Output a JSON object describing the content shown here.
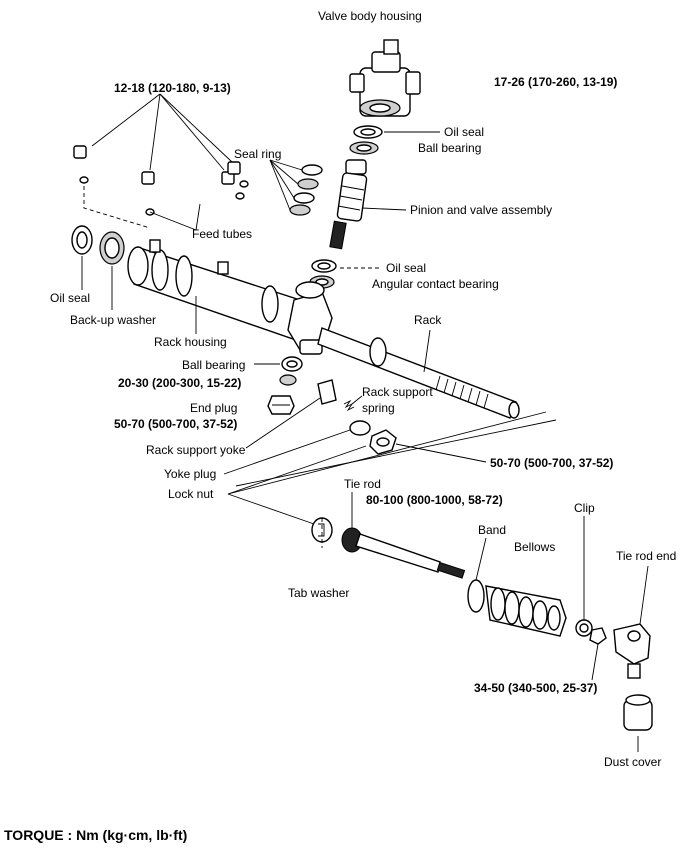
{
  "labels": {
    "valve_body_housing": "Valve body housing",
    "torque_feed_tube": "12-18 (120-180, 9-13)",
    "torque_valve_body": "17-26 (170-260, 13-19)",
    "seal_ring": "Seal ring",
    "oil_seal_top": "Oil seal",
    "ball_bearing_top": "Ball bearing",
    "pinion_valve_assembly": "Pinion and valve assembly",
    "feed_tubes": "Feed tubes",
    "oil_seal_mid": "Oil seal",
    "angular_contact_bearing": "Angular contact bearing",
    "oil_seal_left": "Oil seal",
    "back_up_washer": "Back-up washer",
    "rack": "Rack",
    "rack_housing": "Rack housing",
    "ball_bearing_low": "Ball bearing",
    "torque_ball_bearing": "20-30 (200-300, 15-22)",
    "rack_support_spring_1": "Rack support",
    "rack_support_spring_2": "spring",
    "end_plug": "End plug",
    "torque_end_plug": "50-70 (500-700, 37-52)",
    "rack_support_yoke": "Rack support yoke",
    "torque_lock_nut": "50-70 (500-700, 37-52)",
    "yoke_plug": "Yoke plug",
    "lock_nut": "Lock nut",
    "tie_rod": "Tie rod",
    "torque_tie_rod": "80-100 (800-1000, 58-72)",
    "clip": "Clip",
    "band": "Band",
    "bellows": "Bellows",
    "tie_rod_end": "Tie rod end",
    "tab_washer": "Tab washer",
    "torque_tie_rod_end": "34-50 (340-500, 25-37)",
    "dust_cover": "Dust cover",
    "torque_units": "TORQUE : Nm (kg·cm, lb·ft)"
  }
}
